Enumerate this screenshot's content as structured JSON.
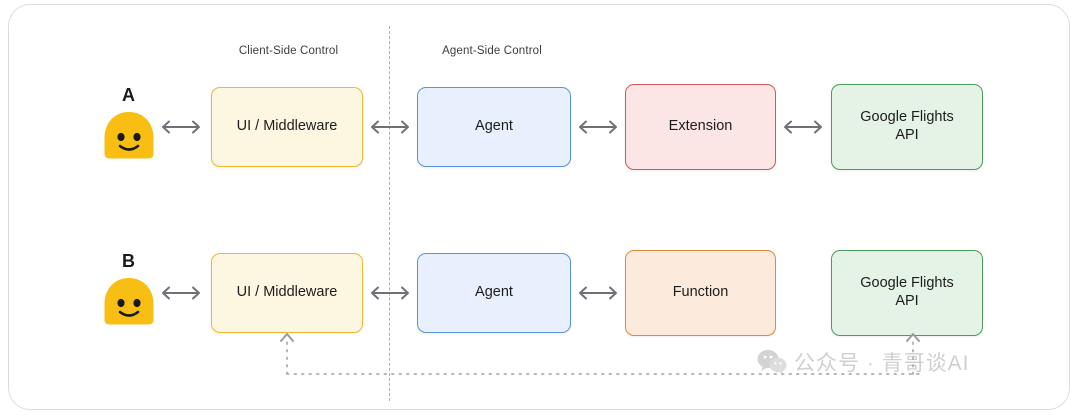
{
  "diagram": {
    "sections": [
      {
        "id": "client",
        "label": "Client-Side Control"
      },
      {
        "id": "agent",
        "label": "Agent-Side Control"
      }
    ],
    "rows": [
      {
        "letter": "A",
        "actor_icon": "smiley-face-icon",
        "nodes": [
          {
            "id": "ui",
            "label": "UI / Middleware",
            "color": "yellow"
          },
          {
            "id": "agent",
            "label": "Agent",
            "color": "blue"
          },
          {
            "id": "extension",
            "label": "Extension",
            "color": "red"
          },
          {
            "id": "api",
            "label": "Google Flights\nAPI",
            "color": "green"
          }
        ]
      },
      {
        "letter": "B",
        "actor_icon": "smiley-face-icon",
        "nodes": [
          {
            "id": "ui",
            "label": "UI / Middleware",
            "color": "yellow"
          },
          {
            "id": "agent",
            "label": "Agent",
            "color": "blue"
          },
          {
            "id": "function",
            "label": "Function",
            "color": "orange"
          },
          {
            "id": "api",
            "label": "Google Flights\nAPI",
            "color": "green"
          }
        ]
      }
    ],
    "connectors": {
      "bidirectional_arrow_icon": "double-headed-arrow-icon",
      "feedback_icon": "dotted-feedback-arrow-icon"
    },
    "colors": {
      "yellow_fill": "#FDF6E0",
      "yellow_border": "#E9B933",
      "blue_fill": "#E8F0FE",
      "blue_border": "#5B93D8",
      "red_fill": "#FBE5E5",
      "red_border": "#D05A5A",
      "green_fill": "#E4F3E6",
      "green_border": "#4C9B5C",
      "orange_fill": "#FCEBDC",
      "orange_border": "#E0883B",
      "arrow_gray": "#6E7277",
      "divider_gray": "#AEAEAE",
      "emoji_yellow": "#F9BE14"
    }
  },
  "watermark": {
    "icon": "wechat-logo-icon",
    "text": "公众号 · 青哥谈AI"
  }
}
